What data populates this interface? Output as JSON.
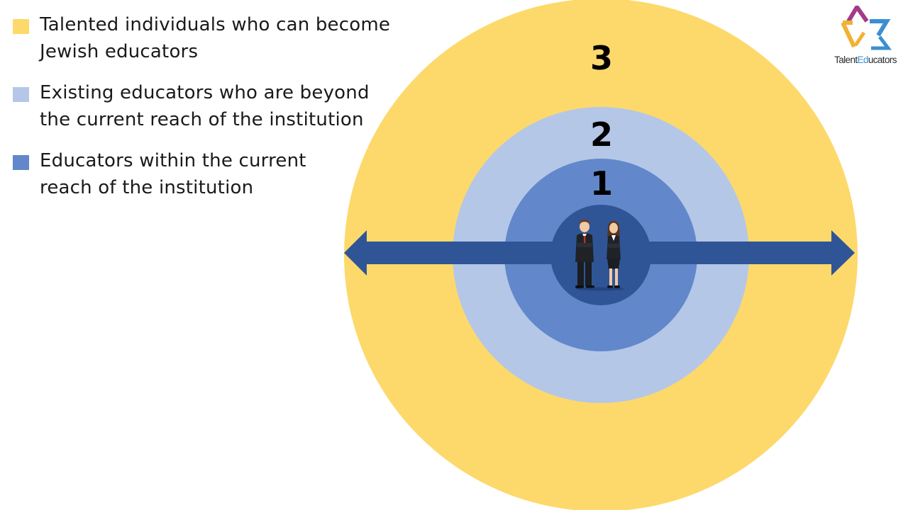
{
  "legend": [
    {
      "label": "Talented individuals who can become\nJewish educators",
      "color": "#fdd96b"
    },
    {
      "label": "Existing educators who are beyond\nthe current reach of the institution",
      "color": "#b4c7e7"
    },
    {
      "label": "Educators within the current\nreach of the institution",
      "color": "#6288cb"
    }
  ],
  "rings": {
    "outer_label": "3",
    "middle_label": "2",
    "inner_label": "1",
    "outer_color": "#fdd96b",
    "middle_color": "#b4c7e7",
    "inner_color": "#6288cb",
    "core_color": "#2f5597"
  },
  "arrow": {
    "color": "#2f5597",
    "direction": "left-right"
  },
  "people_icon": "man-and-woman-figures",
  "logo": {
    "text_prefix": "Talent",
    "text_highlight": "Ed",
    "text_suffix": "ucators",
    "icon": "star-logo-icon",
    "colors": [
      "#a33b8a",
      "#3c8fd0",
      "#f2b134"
    ]
  }
}
